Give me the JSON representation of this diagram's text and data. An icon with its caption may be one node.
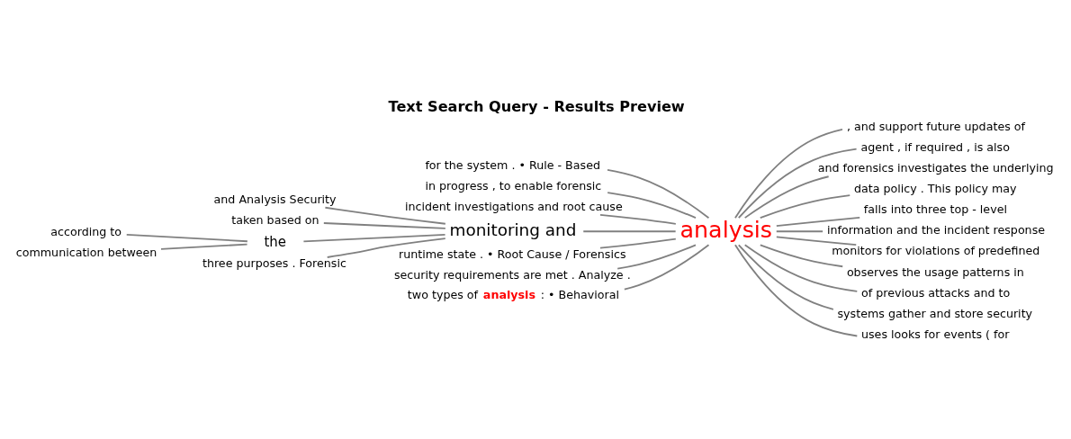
{
  "diagram": {
    "title": "Text Search Query - Results Preview",
    "nodes": [
      {
        "text": [
          "for the system . • Rule - Based"
        ]
      },
      {
        "text": [
          "in progress , to enable forensic"
        ]
      },
      {
        "text": [
          "incident investigations and root cause"
        ]
      },
      {
        "text": [
          "and Analysis Security"
        ]
      },
      {
        "text": [
          "taken based on"
        ]
      },
      {
        "text": [
          "according to"
        ]
      },
      {
        "text": [
          "communication between"
        ]
      },
      {
        "text": [
          "the"
        ]
      },
      {
        "text": [
          "three purposes . Forensic"
        ]
      },
      {
        "text": [
          "monitoring and"
        ]
      },
      {
        "text": [
          "runtime state . • Root Cause / Forensics"
        ]
      },
      {
        "text": [
          "security requirements are met . Analyze ."
        ]
      },
      {
        "text": [
          "two types of **analysis** : • Behavioral"
        ]
      },
      {
        "text": [
          "analysis"
        ]
      },
      {
        "text": [
          ", and support future updates of"
        ]
      },
      {
        "text": [
          "agent , if required , is also"
        ]
      },
      {
        "text": [
          "and forensics investigates the underlying"
        ]
      },
      {
        "text": [
          "data policy . This policy may"
        ]
      },
      {
        "text": [
          "falls into three top - level"
        ]
      },
      {
        "text": [
          "information and the incident response"
        ]
      },
      {
        "text": [
          "monitors for violations of predefined"
        ]
      },
      {
        "text": [
          "observes the usage patterns in"
        ]
      },
      {
        "text": [
          "of previous attacks and to"
        ]
      },
      {
        "text": [
          "systems gather and store security"
        ]
      },
      {
        "text": [
          "uses looks for events ( for"
        ]
      }
    ],
    "edges": [
      {
        "from": 0,
        "to": 13,
        "arrow": "none"
      },
      {
        "from": 1,
        "to": 13,
        "arrow": "none"
      },
      {
        "from": 2,
        "to": 13,
        "arrow": "none"
      },
      {
        "from": 3,
        "to": 9,
        "arrow": "none"
      },
      {
        "from": 4,
        "to": 9,
        "arrow": "none"
      },
      {
        "from": 5,
        "to": 7,
        "arrow": "none"
      },
      {
        "from": 6,
        "to": 7,
        "arrow": "none"
      },
      {
        "from": 7,
        "to": 9,
        "arrow": "none"
      },
      {
        "from": 8,
        "to": 9,
        "arrow": "none"
      },
      {
        "from": 9,
        "to": 13,
        "arrow": "none"
      },
      {
        "from": 10,
        "to": 13,
        "arrow": "none"
      },
      {
        "from": 11,
        "to": 13,
        "arrow": "none"
      },
      {
        "from": 12,
        "to": 13,
        "arrow": "none"
      },
      {
        "from": 13,
        "to": 14,
        "arrow": "none"
      },
      {
        "from": 13,
        "to": 15,
        "arrow": "none"
      },
      {
        "from": 13,
        "to": 16,
        "arrow": "none"
      },
      {
        "from": 13,
        "to": 17,
        "arrow": "none"
      },
      {
        "from": 13,
        "to": 18,
        "arrow": "none"
      },
      {
        "from": 13,
        "to": 19,
        "arrow": "none"
      },
      {
        "from": 13,
        "to": 20,
        "arrow": "none"
      },
      {
        "from": 13,
        "to": 21,
        "arrow": "none"
      },
      {
        "from": 13,
        "to": 22,
        "arrow": "none"
      },
      {
        "from": 13,
        "to": 23,
        "arrow": "none"
      },
      {
        "from": 13,
        "to": 24,
        "arrow": "none"
      }
    ]
  }
}
